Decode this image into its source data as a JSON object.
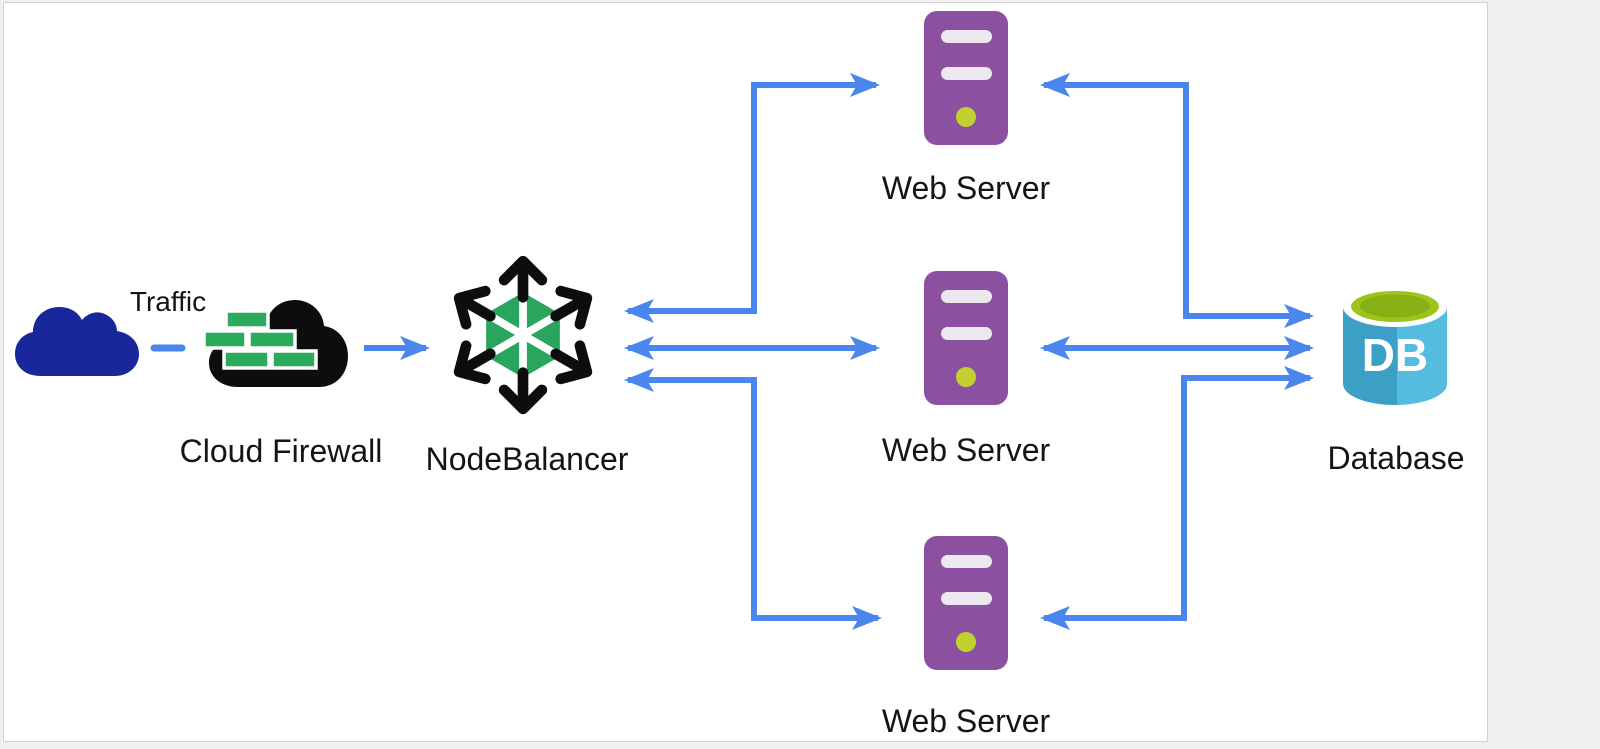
{
  "page": {
    "background": "#f0f0f1",
    "canvas_background": "#ffffff",
    "canvas_border": "#d2d2d4"
  },
  "palette": {
    "arrow_blue": "#4a86ec",
    "traffic_cloud_navy": "#18289b",
    "firewall_cloud_black": "#0d0d0d",
    "firewall_brick_green": "#2caa5e",
    "nodebalancer_green": "#2aa55f",
    "nodebalancer_black": "#0d0d0d",
    "server_purple": "#8b509f",
    "server_slot_white": "#ece8ef",
    "server_led_green": "#c1d12f",
    "db_body_blue_dark": "#3b9fc6",
    "db_body_blue_light": "#54bcdf",
    "db_top_green": "#9dc41d",
    "db_top_green_dark": "#87b015",
    "db_rim_white": "#ffffff",
    "label_color": "#141414"
  },
  "nodes": {
    "traffic": {
      "label": "Traffic",
      "icon": "cloud-icon"
    },
    "firewall": {
      "label": "Cloud Firewall",
      "icon": "firewall-cloud-icon"
    },
    "nodebalancer": {
      "label": "NodeBalancer",
      "icon": "nodebalancer-hexagon-icon"
    },
    "web_server_top": {
      "label": "Web Server",
      "icon": "server-tower-icon"
    },
    "web_server_middle": {
      "label": "Web Server",
      "icon": "server-tower-icon"
    },
    "web_server_bottom": {
      "label": "Web Server",
      "icon": "server-tower-icon"
    },
    "database": {
      "label": "Database",
      "icon": "database-cylinder-icon",
      "badge": "DB"
    }
  },
  "connections": [
    {
      "from": "traffic",
      "to": "firewall",
      "style": "dash",
      "arrows": "none"
    },
    {
      "from": "firewall",
      "to": "nodebalancer",
      "style": "solid",
      "arrows": "forward"
    },
    {
      "from": "nodebalancer",
      "to": "web_server_top",
      "style": "solid",
      "arrows": "both"
    },
    {
      "from": "nodebalancer",
      "to": "web_server_middle",
      "style": "solid",
      "arrows": "both"
    },
    {
      "from": "nodebalancer",
      "to": "web_server_bottom",
      "style": "solid",
      "arrows": "both"
    },
    {
      "from": "web_server_top",
      "to": "database",
      "style": "solid",
      "arrows": "both"
    },
    {
      "from": "web_server_middle",
      "to": "database",
      "style": "solid",
      "arrows": "both"
    },
    {
      "from": "web_server_bottom",
      "to": "database",
      "style": "solid",
      "arrows": "both"
    }
  ]
}
